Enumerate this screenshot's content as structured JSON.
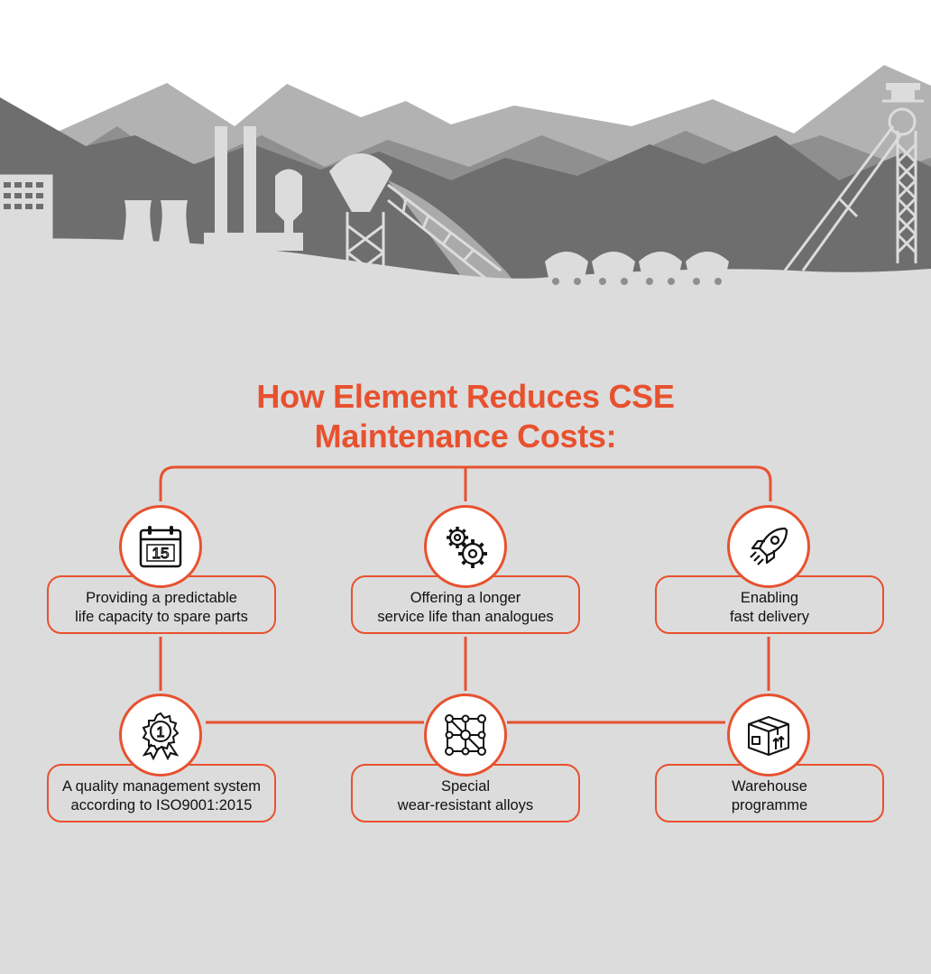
{
  "title": {
    "line1": "How Element Reduces CSE",
    "line2": "Maintenance Costs:"
  },
  "colors": {
    "accent": "#e8512f",
    "background": "#dcdcdc",
    "silhouette_dark": "#6e6e6e",
    "silhouette_mid": "#8f8f8f",
    "silhouette_light": "#b2b2b2"
  },
  "benefits": [
    {
      "id": "predictable",
      "icon": "calendar-icon",
      "calendar_day": "15",
      "line1": "Providing a predictable",
      "line2": "life capacity to spare parts"
    },
    {
      "id": "longer-life",
      "icon": "gears-icon",
      "line1": "Offering a longer",
      "line2": "service life than analogues"
    },
    {
      "id": "fast-delivery",
      "icon": "rocket-icon",
      "line1": "Enabling",
      "line2": "fast delivery"
    },
    {
      "id": "quality",
      "icon": "award-badge-icon",
      "badge_number": "1",
      "line1": "A quality management system",
      "line2": "according to ISO9001:2015"
    },
    {
      "id": "alloys",
      "icon": "molecular-lattice-icon",
      "line1": "Special",
      "line2": "wear-resistant alloys"
    },
    {
      "id": "warehouse",
      "icon": "box-icon",
      "line1": "Warehouse",
      "line2": "programme"
    }
  ]
}
